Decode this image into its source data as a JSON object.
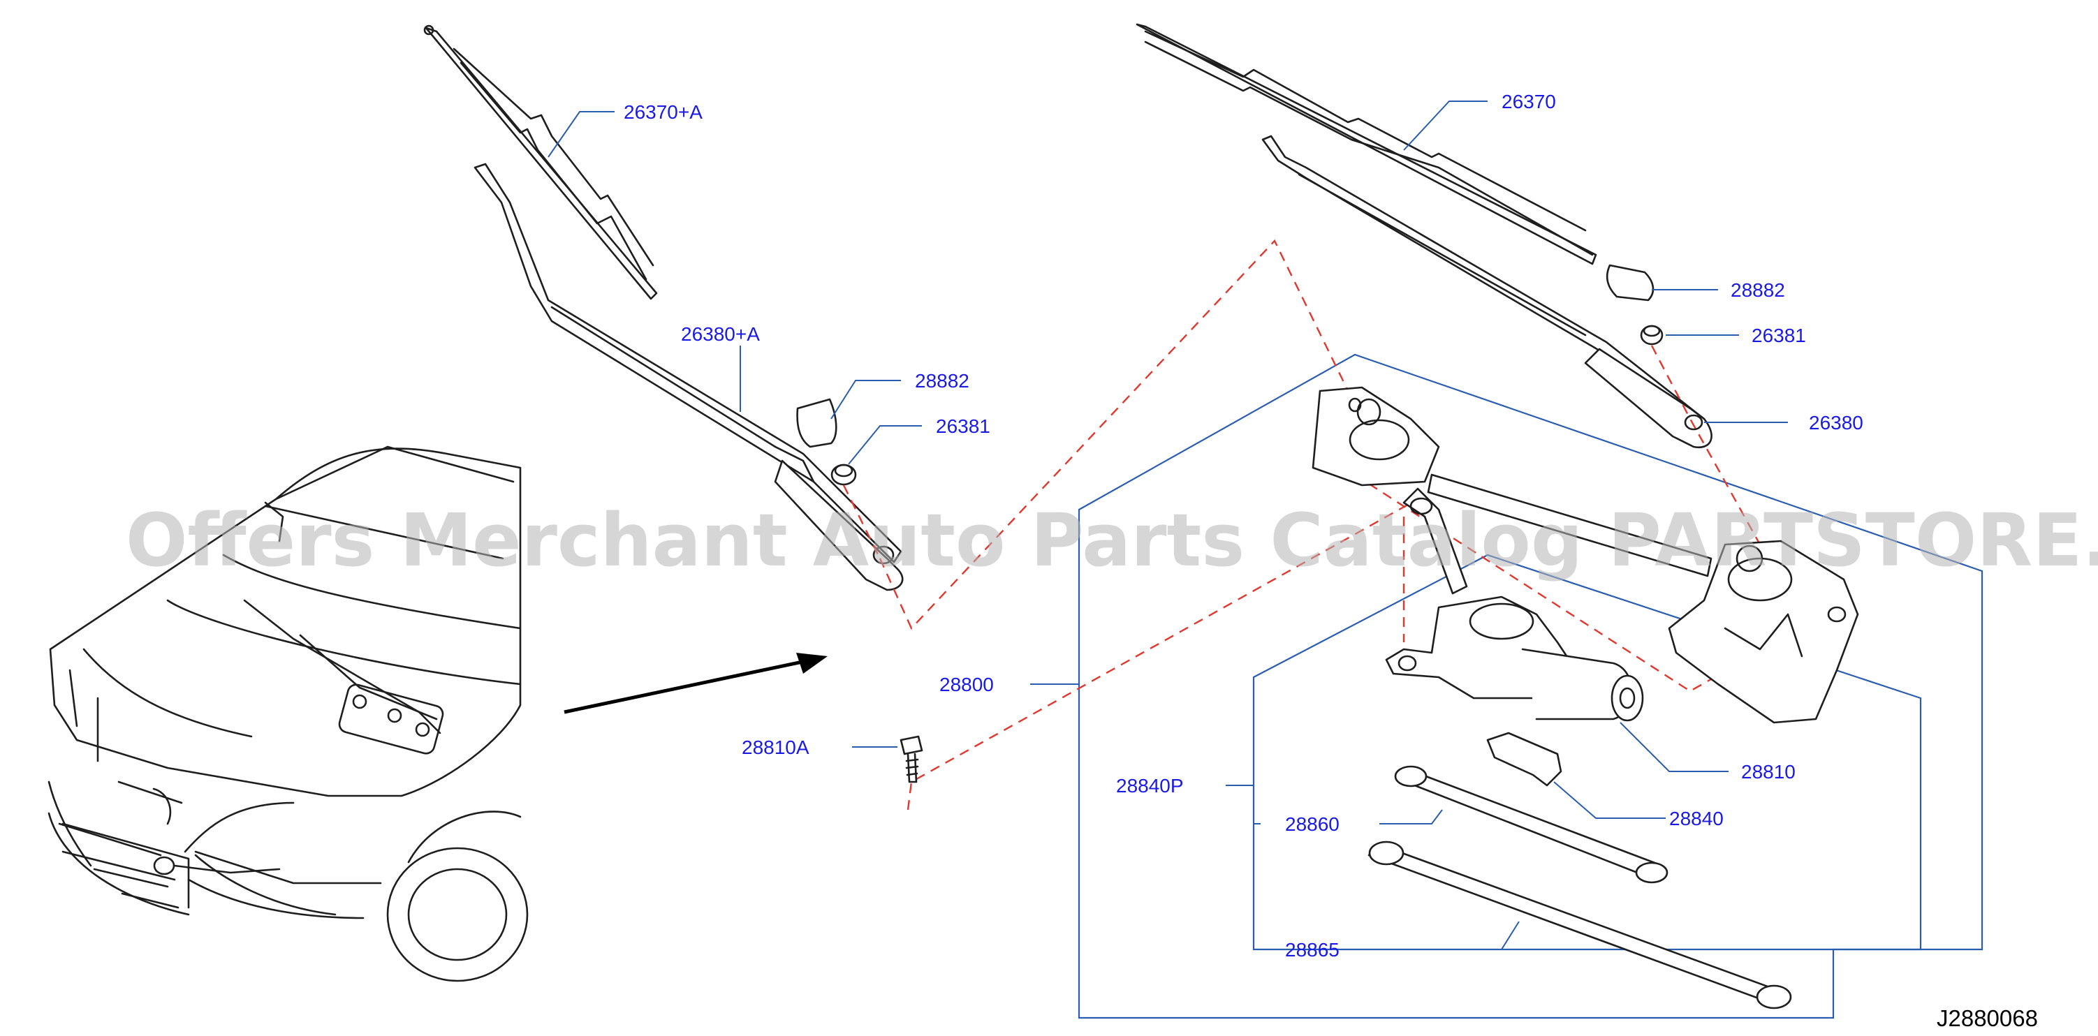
{
  "diagram": {
    "id_code": "J2880068",
    "watermark": "Offers Merchant Auto Parts Catalog PARTSTORE.SA",
    "colors": {
      "label_text": "#1a1ae6",
      "frame_line": "#2a5db0",
      "dashed_guide": "#e0382e",
      "outline": "#1e1e1e"
    },
    "callouts": {
      "blade_driver": "26370+A",
      "arm_driver": "26380+A",
      "cap_driver": "28882",
      "nut_driver": "26381",
      "blade_passenger": "26370",
      "cap_passenger": "28882",
      "nut_passenger": "26381",
      "arm_passenger": "26380",
      "linkage_assembly": "28800",
      "bolt": "28810A",
      "motor": "28810",
      "link_set": "28840P",
      "motor_bracket": "28840",
      "link_short": "28860",
      "link_long": "28865"
    }
  }
}
